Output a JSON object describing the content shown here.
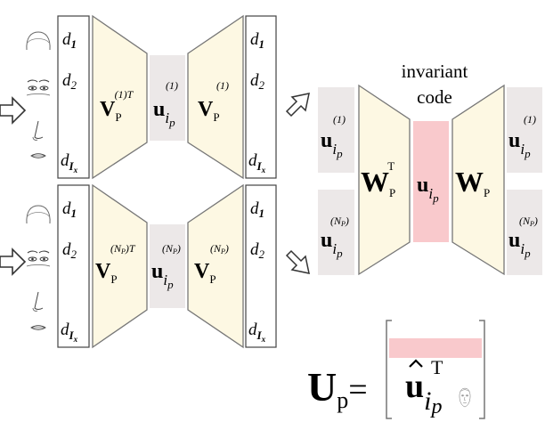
{
  "colors": {
    "trapezoid_fill": "#fdf8e3",
    "code_box_fill": "#ece8e8",
    "invariant_fill": "#f9c9cc",
    "stroke": "#555555"
  },
  "vector_labels": {
    "d1": "d",
    "d1_sub": "1",
    "d2": "d",
    "d2_sub": "2",
    "dI": "d",
    "dI_sub": "I",
    "dI_subsub": "x"
  },
  "top_block": {
    "encoder_base": "V",
    "encoder_sub": "P",
    "encoder_sup": "(1)T",
    "code_base": "u",
    "code_sub": "i",
    "code_subsub": "p",
    "code_sup": "(1)",
    "decoder_base": "V",
    "decoder_sub": "P",
    "decoder_sup": "(1)"
  },
  "bottom_block": {
    "encoder_base": "V",
    "encoder_sub": "P",
    "encoder_sup": "(N",
    "encoder_sup_sub": "P",
    "encoder_sup_end": ")T",
    "code_base": "u",
    "code_sub": "i",
    "code_subsub": "p",
    "code_sup": "(N",
    "code_sup_sub": "P",
    "code_sup_end": ")",
    "decoder_base": "V",
    "decoder_sub": "P",
    "decoder_sup": "(N",
    "decoder_sup_sub": "P",
    "decoder_sup_end": ")"
  },
  "right_block": {
    "invariant_title_1": "invariant",
    "invariant_title_2": "code",
    "input_top_base": "u",
    "input_top_sup": "(1)",
    "input_bottom_base": "u",
    "input_bottom_sup": "(N",
    "input_bottom_sup_sub": "P",
    "input_bottom_sup_end": ")",
    "sub": "i",
    "subsub": "p",
    "encoder_base": "W",
    "encoder_sub": "P",
    "encoder_sup": "T",
    "invariant_base": "u",
    "decoder_base": "W",
    "decoder_sub": "P"
  },
  "matrix": {
    "lhs_base": "U",
    "lhs_sub": "p",
    "equals": "=",
    "row_base": "u",
    "row_sup": "T",
    "row_sub": "i",
    "row_subsub": "p"
  }
}
